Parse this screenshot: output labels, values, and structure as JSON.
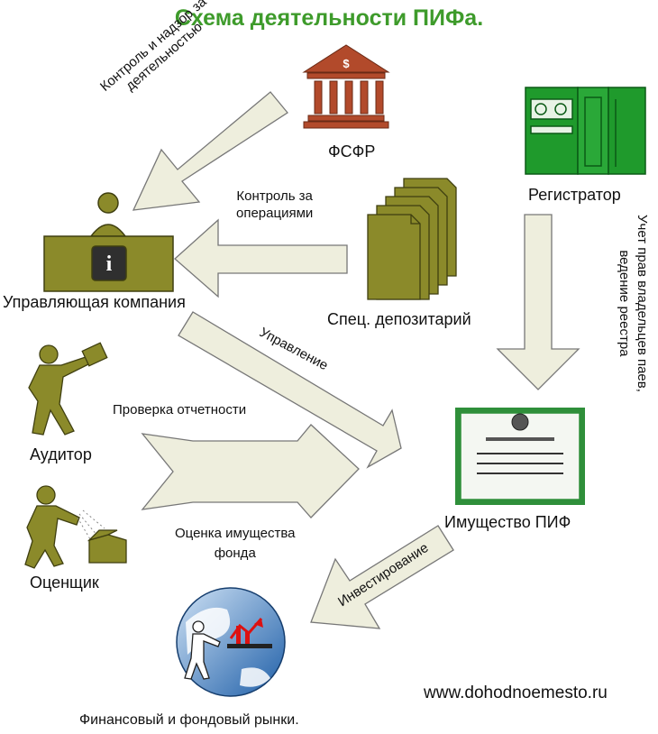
{
  "title": "Схема деятельности ПИФа.",
  "nodes": {
    "fsfr": "ФСФР",
    "registrar": "Регистратор",
    "management_company": "Управляющая компания",
    "spec_depositary": "Спец. депозитарий",
    "auditor": "Аудитор",
    "appraiser": "Оценщик",
    "fund_property": "Имущество ПИФ",
    "markets": "Финансовый и фондовый рынки."
  },
  "arrows": {
    "control_supervision": [
      "Контроль и надзор за",
      "деятельностью"
    ],
    "operations_control": [
      "Контроль за",
      "операциями"
    ],
    "registry": [
      "Учет прав владельцев паев,",
      "ведение реестра"
    ],
    "management": "Управление",
    "report_check": "Проверка отчетности",
    "property_valuation": [
      "Оценка имущества",
      "фонда"
    ],
    "investment": "Инвестирование"
  },
  "website": "www.dohodnoemesto.ru",
  "colors": {
    "title": "#3e9b2b",
    "olive": "#8b8a2a",
    "arrow_fill": "#eeeedd",
    "registrar_green": "#1f9a2c",
    "certificate_green": "#2f8f3a",
    "globe_blue": "#1f5fa8"
  },
  "icons": [
    "bank-icon",
    "registrar-machine-icon",
    "management-desk-icon",
    "document-stack-icon",
    "auditor-figure-icon",
    "appraiser-figure-icon",
    "certificate-icon",
    "globe-icon"
  ]
}
